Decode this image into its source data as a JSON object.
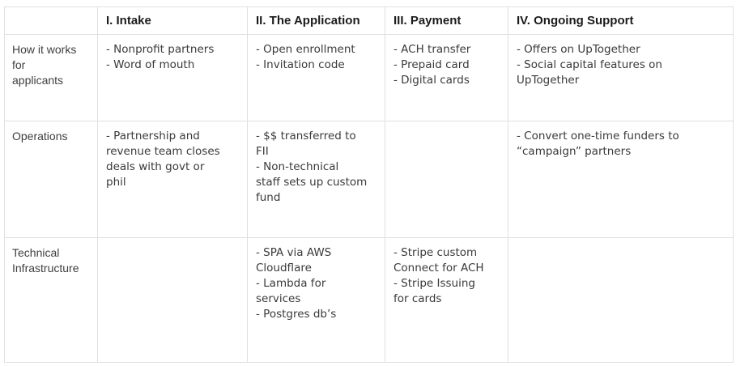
{
  "table": {
    "corner_label": "",
    "border_color": "#e0e0e0",
    "header_text_color": "#1b1b1b",
    "body_text_color": "#3a3a3a",
    "columns": [
      "I. Intake",
      "II. The Application",
      "III. Payment",
      "IV. Ongoing Support"
    ],
    "rows": [
      {
        "label": "How it works\nfor\napplicants",
        "cells": [
          "- Nonprofit partners\n- Word of mouth",
          "- Open enrollment\n- Invitation code",
          "- ACH transfer\n- Prepaid card\n- Digital cards",
          "- Offers on UpTogether\n- Social capital features on\nUpTogether"
        ]
      },
      {
        "label": "Operations",
        "cells": [
          "- Partnership and\nrevenue team closes\ndeals with govt or\nphil",
          "- $$ transferred to\nFII\n- Non-technical\nstaff sets up custom\nfund",
          "",
          "- Convert one-time funders to\n“campaign” partners"
        ]
      },
      {
        "label": "Technical\nInfrastructure",
        "cells": [
          "",
          "- SPA via AWS\nCloudflare\n- Lambda for\nservices\n- Postgres db’s",
          "- Stripe custom\nConnect for ACH\n- Stripe Issuing\nfor cards",
          ""
        ]
      }
    ]
  }
}
